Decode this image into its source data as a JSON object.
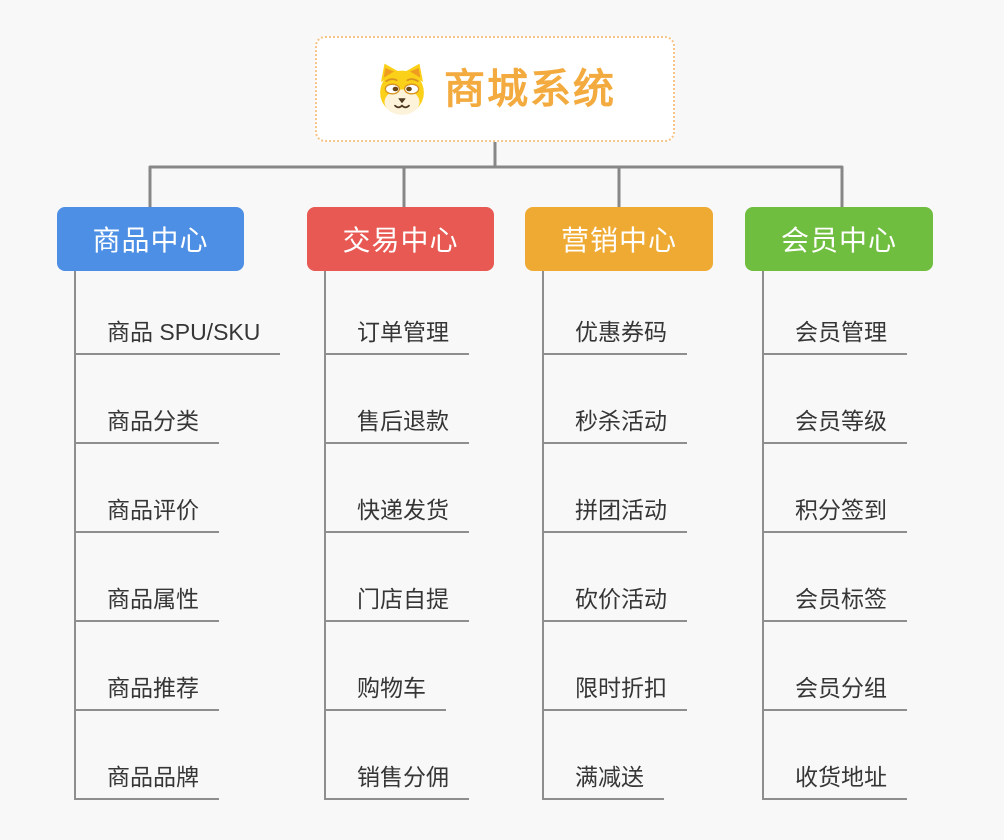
{
  "root": {
    "label": "商城系统",
    "icon": "doge-icon",
    "text_color": "#f3ab3f",
    "border_color": "#f6c486",
    "background": "#ffffff"
  },
  "connector_color": "#878787",
  "leaf_line_color": "#8e8e8e",
  "canvas_background": "#f8f8f8",
  "branches": [
    {
      "label": "商品中心",
      "color": "#4d8fe4",
      "children": [
        "商品 SPU/SKU",
        "商品分类",
        "商品评价",
        "商品属性",
        "商品推荐",
        "商品品牌"
      ]
    },
    {
      "label": "交易中心",
      "color": "#e75952",
      "children": [
        "订单管理",
        "售后退款",
        "快递发货",
        "门店自提",
        "购物车",
        "销售分佣"
      ]
    },
    {
      "label": "营销中心",
      "color": "#efaa33",
      "children": [
        "优惠券码",
        "秒杀活动",
        "拼团活动",
        "砍价活动",
        "限时折扣",
        "满减送"
      ]
    },
    {
      "label": "会员中心",
      "color": "#70be3f",
      "children": [
        "会员管理",
        "会员等级",
        "积分签到",
        "会员标签",
        "会员分组",
        "收货地址"
      ]
    }
  ]
}
